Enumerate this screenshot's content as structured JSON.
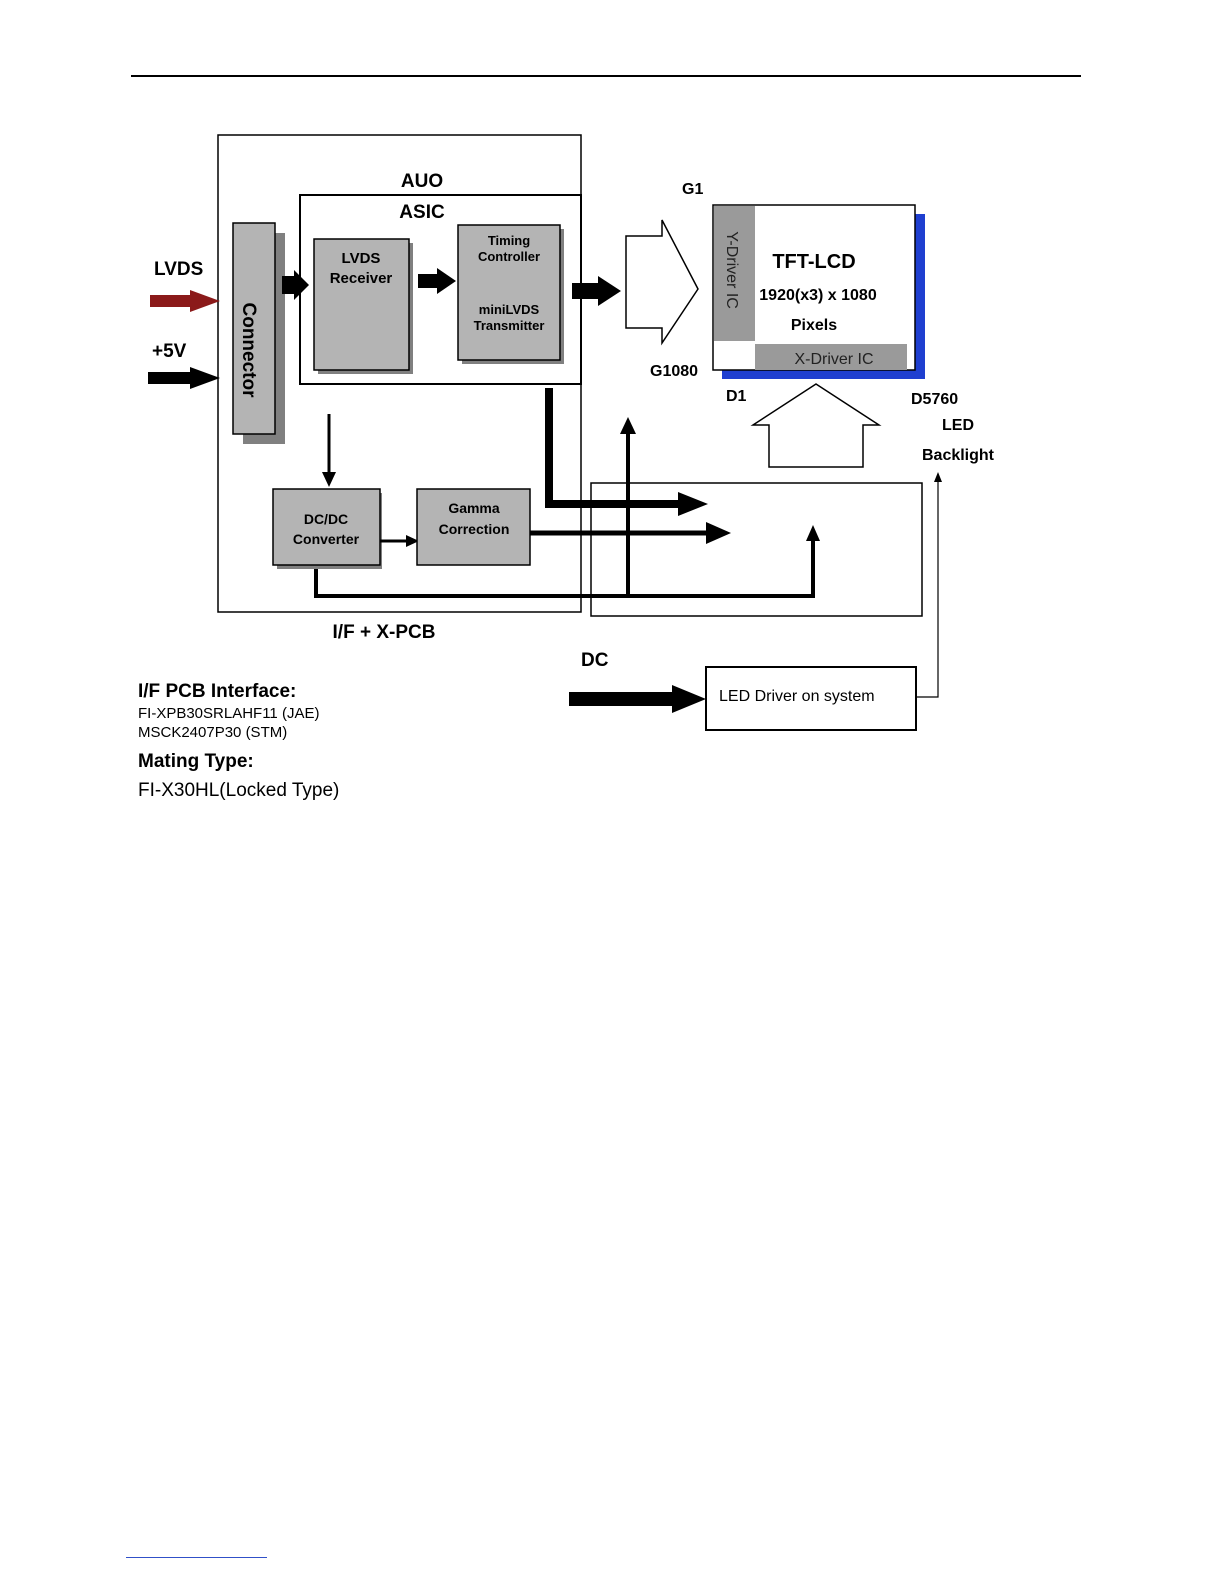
{
  "diagram": {
    "labels": {
      "auo": "AUO",
      "asic": "ASIC",
      "lvds_input": "LVDS",
      "power_input": "+5V",
      "connector": "Connector",
      "lvds_receiver_line1": "LVDS",
      "lvds_receiver_line2": "Receiver",
      "timing_controller_line1": "Timing",
      "timing_controller_line2": "Controller",
      "minilvds_line1": "miniLVDS",
      "minilvds_line2": "Transmitter",
      "dcdc_line1": "DC/DC",
      "dcdc_line2": "Converter",
      "gamma_line1": "Gamma",
      "gamma_line2": "Correction",
      "pcb_board": "I/F + X-PCB",
      "g1": "G1",
      "g1080": "G1080",
      "d1": "D1",
      "d5760": "D5760",
      "y_driver": "Y-Driver IC",
      "x_driver": "X-Driver IC",
      "tft_title": "TFT-LCD",
      "tft_resolution": "1920(x3) x 1080",
      "tft_pixels": "Pixels",
      "led_line1": "LED",
      "led_line2": "Backlight",
      "dc": "DC",
      "led_driver": "LED Driver on system"
    },
    "colors": {
      "lvds_arrow": "#8b1a1a",
      "block_fill": "#b4b4b4",
      "shadow": "#808080",
      "panel_shadow": "#1f3fd0",
      "driver_fill": "#9a9a9a"
    }
  },
  "notes": {
    "interface_heading": "I/F PCB Interface:",
    "interface_part1": "FI-XPB30SRLAHF11 (JAE)",
    "interface_part2": "MSCK2407P30 (STM)",
    "mating_heading": "Mating Type:",
    "mating_value": "FI-X30HL(Locked Type)"
  }
}
